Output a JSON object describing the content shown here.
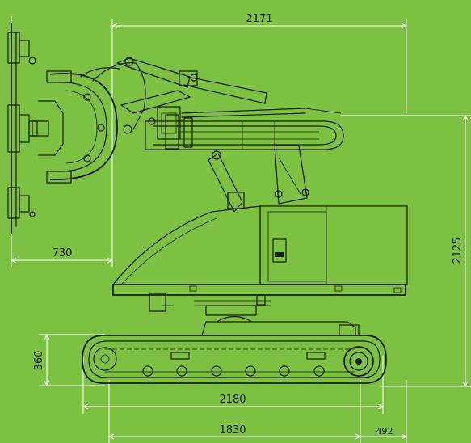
{
  "dimensions": {
    "overall_length": "2171",
    "total_height": "2125",
    "reach": "730",
    "track_height": "360",
    "track_length": "2180",
    "track_base": "1830",
    "rear_offset": "492"
  },
  "colors": {
    "background": "#7cc142",
    "dimension_lines": "#ffffff",
    "drawing": "#1a1a1a"
  }
}
